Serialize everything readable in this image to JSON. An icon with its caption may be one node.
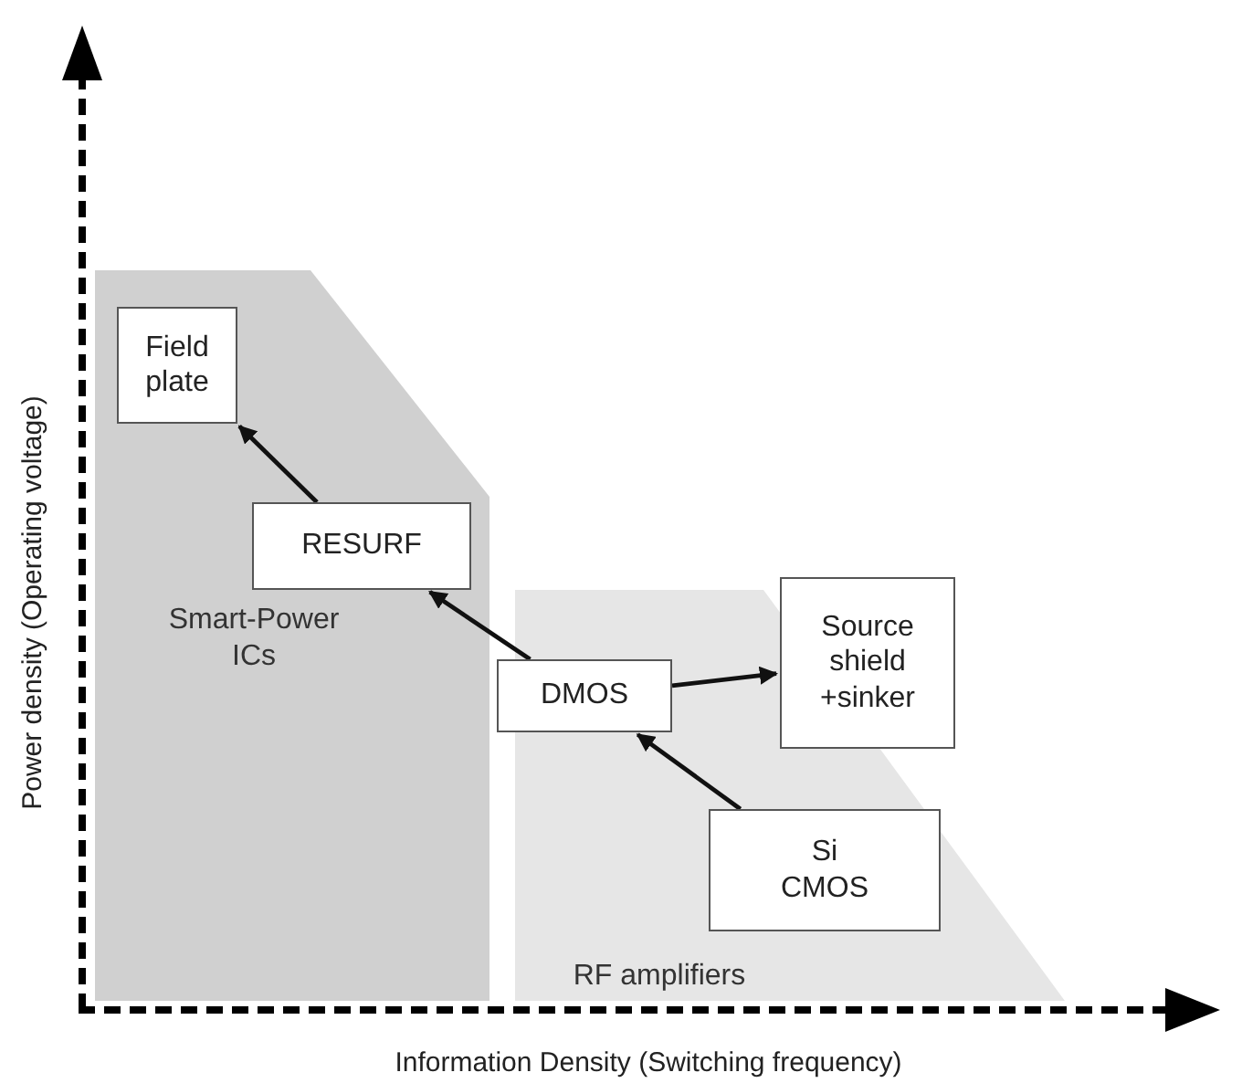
{
  "diagram": {
    "nodes": [
      {
        "text": [
          "Smart-Power ICs"
        ]
      },
      {
        "text": [
          "Field plate"
        ],
        "in": 0
      },
      {
        "text": [
          "RESURF"
        ],
        "in": 0
      },
      {
        "text": [
          "RF amplifiers"
        ]
      },
      {
        "text": [
          "DMOS"
        ]
      },
      {
        "text": [
          "Source shield +sinker"
        ]
      },
      {
        "text": [
          "Si CMOS"
        ],
        "in": 3
      }
    ],
    "edges": [
      {
        "from": 2,
        "to": 1,
        "arrow": "to"
      },
      {
        "from": 4,
        "to": 2,
        "arrow": "to"
      },
      {
        "from": 4,
        "to": 5,
        "arrow": "to"
      },
      {
        "from": 6,
        "to": 4,
        "arrow": "to"
      }
    ],
    "labels": [
      "Power density (Operating voltage)",
      "Information Density (Switching frequency)"
    ]
  }
}
